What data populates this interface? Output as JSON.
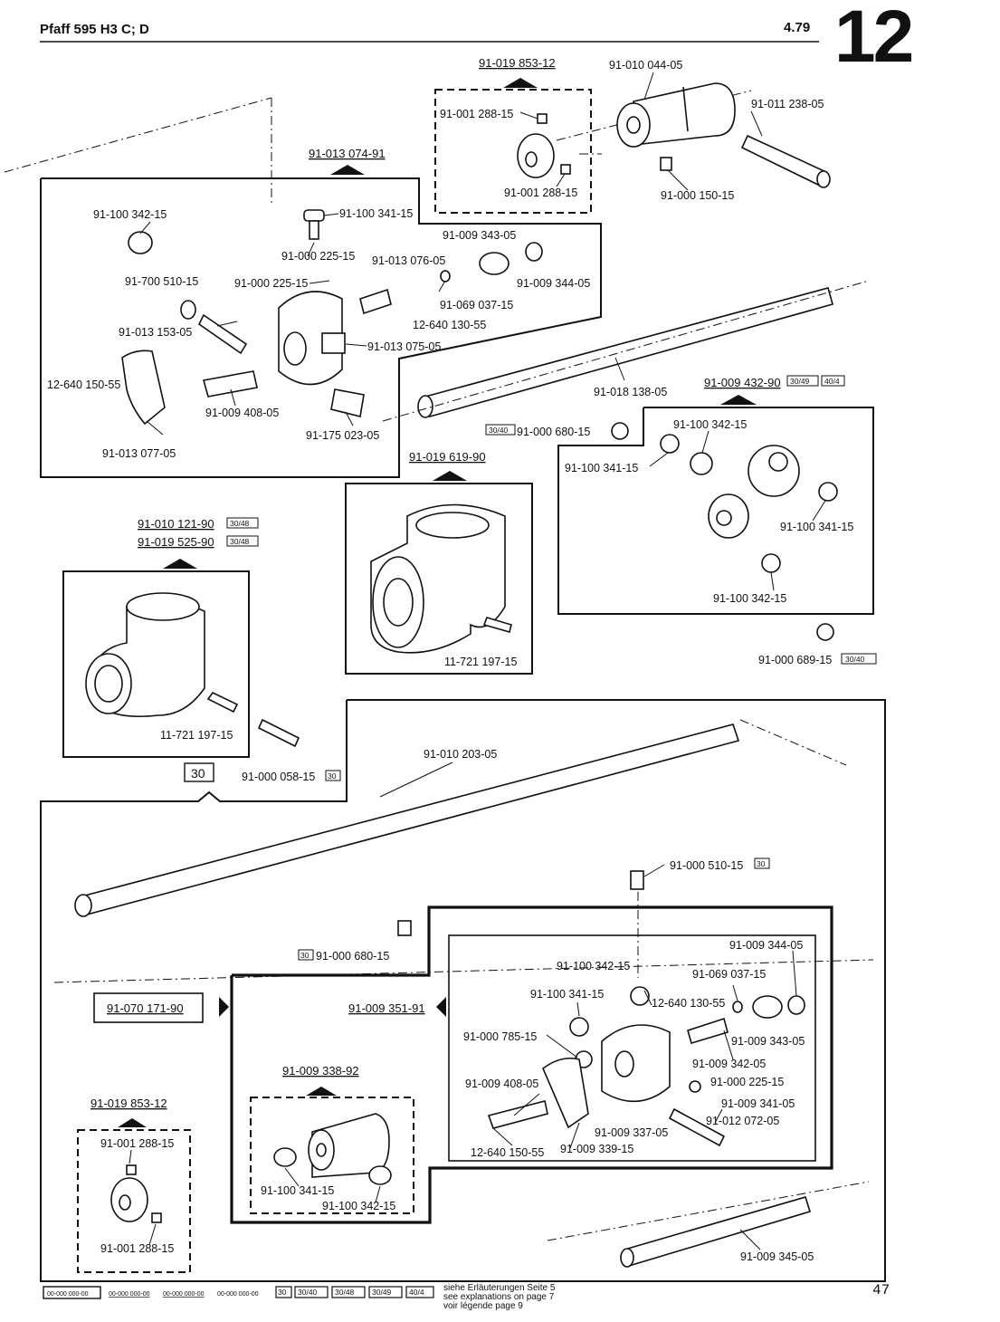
{
  "header": {
    "model": "Pfaff 595 H3 C; D",
    "date": "4.79",
    "plate": "12"
  },
  "footer": {
    "page": "47",
    "notes": [
      "siehe Erläuterungen Seite 5",
      "see explanations on page 7",
      "voir légende page 9"
    ],
    "legend_codes": [
      "00-000 000-00",
      "00-000 000-00",
      "00-000 000-00",
      "00-000 000-00"
    ],
    "legend_badges": [
      "30",
      "30/40",
      "30/48",
      "30/49",
      "40/4"
    ]
  },
  "assemblies": {
    "a1": "91-019 853-12",
    "a2": "91-013 074-91",
    "a3": "91-009 432-90",
    "a4": "91-019 619-90",
    "a5a": "91-010 121-90",
    "a5b": "91-019 525-90",
    "a6": "30",
    "a7": "91-070 171-90",
    "a8": "91-009 351-91",
    "a9": "91-009 338-92",
    "a10": "91-019 853-12"
  },
  "parts": [
    {
      "id": "p1",
      "label": "91-010 044-05"
    },
    {
      "id": "p2",
      "label": "91-001 288-15"
    },
    {
      "id": "p3",
      "label": "91-011 238-05"
    },
    {
      "id": "p4",
      "label": "91-001 288-15"
    },
    {
      "id": "p5",
      "label": "91-000 150-15"
    },
    {
      "id": "p6",
      "label": "91-100 342-15"
    },
    {
      "id": "p7",
      "label": "91-100 341-15"
    },
    {
      "id": "p8",
      "label": "91-009 343-05"
    },
    {
      "id": "p9",
      "label": "91-000 225-15"
    },
    {
      "id": "p10",
      "label": "91-013 076-05"
    },
    {
      "id": "p11",
      "label": "91-700 510-15"
    },
    {
      "id": "p12",
      "label": "91-000 225-15"
    },
    {
      "id": "p13",
      "label": "91-009 344-05"
    },
    {
      "id": "p14",
      "label": "91-069 037-15"
    },
    {
      "id": "p15",
      "label": "91-013 153-05"
    },
    {
      "id": "p16",
      "label": "12-640 130-55"
    },
    {
      "id": "p17",
      "label": "91-013 075-05"
    },
    {
      "id": "p18",
      "label": "12-640 150-55"
    },
    {
      "id": "p19",
      "label": "91-009 408-05"
    },
    {
      "id": "p20",
      "label": "91-175 023-05"
    },
    {
      "id": "p21",
      "label": "91-013 077-05"
    },
    {
      "id": "p22",
      "label": "91-018 138-05"
    },
    {
      "id": "p23",
      "label": "91-000 680-15"
    },
    {
      "id": "p24",
      "label": "91-100 342-15"
    },
    {
      "id": "p25",
      "label": "91-100 341-15"
    },
    {
      "id": "p26",
      "label": "91-100 341-15"
    },
    {
      "id": "p27",
      "label": "91-100 342-15"
    },
    {
      "id": "p28",
      "label": "11-721 197-15"
    },
    {
      "id": "p29",
      "label": "91-000 689-15"
    },
    {
      "id": "p30",
      "label": "11-721 197-15"
    },
    {
      "id": "p31",
      "label": "91-000 058-15"
    },
    {
      "id": "p32",
      "label": "91-010 203-05"
    },
    {
      "id": "p33",
      "label": "91-000 510-15"
    },
    {
      "id": "p34",
      "label": "91-000 680-15"
    },
    {
      "id": "p35",
      "label": "91-009 344-05"
    },
    {
      "id": "p36",
      "label": "91-100 342-15"
    },
    {
      "id": "p37",
      "label": "91-069 037-15"
    },
    {
      "id": "p38",
      "label": "91-100 341-15"
    },
    {
      "id": "p39",
      "label": "12-640 130-55"
    },
    {
      "id": "p40",
      "label": "91-000 785-15"
    },
    {
      "id": "p41",
      "label": "91-009 343-05"
    },
    {
      "id": "p42",
      "label": "91-009 342-05"
    },
    {
      "id": "p43",
      "label": "91-009 408-05"
    },
    {
      "id": "p44",
      "label": "91-000 225-15"
    },
    {
      "id": "p45",
      "label": "91-009 341-05"
    },
    {
      "id": "p46",
      "label": "91-012 072-05"
    },
    {
      "id": "p47",
      "label": "91-009 337-05"
    },
    {
      "id": "p48",
      "label": "12-640 150-55"
    },
    {
      "id": "p49",
      "label": "91-009 339-15"
    },
    {
      "id": "p50",
      "label": "91-001 288-15"
    },
    {
      "id": "p51",
      "label": "91-100 341-15"
    },
    {
      "id": "p52",
      "label": "91-100 342-15"
    },
    {
      "id": "p53",
      "label": "91-001 288-15"
    },
    {
      "id": "p54",
      "label": "91-009 345-05"
    }
  ],
  "badges": [
    {
      "id": "b1",
      "label": "30/49"
    },
    {
      "id": "b2",
      "label": "40/4"
    },
    {
      "id": "b3",
      "label": "30/40"
    },
    {
      "id": "b4",
      "label": "30/48"
    },
    {
      "id": "b5",
      "label": "30/48"
    },
    {
      "id": "b6",
      "label": "30/40"
    },
    {
      "id": "b7",
      "label": "30"
    },
    {
      "id": "b8",
      "label": "30"
    },
    {
      "id": "b9",
      "label": "30"
    }
  ]
}
